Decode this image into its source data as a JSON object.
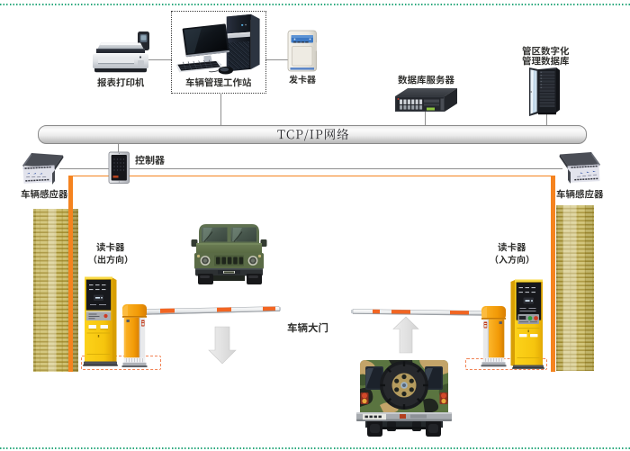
{
  "network": {
    "bar_label": "TCP/IP网络"
  },
  "devices": {
    "printer": {
      "label": "报表打印机"
    },
    "workstation": {
      "label": "车辆管理工作站"
    },
    "card_issuer": {
      "label": "发卡器"
    },
    "db_server": {
      "label": "数据库服务器"
    },
    "district_db": {
      "label_line1": "管区数字化",
      "label_line2": "管理数据库"
    },
    "controller": {
      "label": "控制器"
    },
    "sensor_left": {
      "label": "车辆感应器"
    },
    "sensor_right": {
      "label": "车辆感应器"
    },
    "reader_exit": {
      "label": "读卡器",
      "direction": "（出方向）"
    },
    "reader_entry": {
      "label": "读卡器",
      "direction": "（入方向）"
    }
  },
  "gate": {
    "label": "车辆大门"
  },
  "colors": {
    "accent_orange": "#f5831f",
    "dashed_base_orange": "#f18355",
    "dotted_border_green": "#3fae86",
    "wall_gold_light": "#cdbf6d",
    "wall_gold_dark": "#ab9839",
    "kiosk_yellow": "#f7c70f",
    "barrier_orange": "#f59d13",
    "bar_text": "#26262a",
    "label_text": "#30302e"
  }
}
